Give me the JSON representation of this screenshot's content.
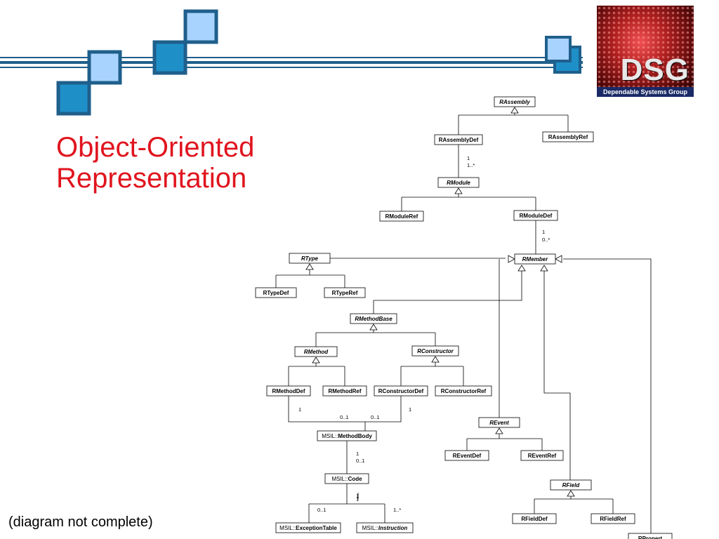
{
  "slide": {
    "title_line1": "Object-Oriented",
    "title_line2": "Representation",
    "note": "(diagram not complete)"
  },
  "logo": {
    "text": "DSG",
    "subtitle": "Dependable Systems Group"
  },
  "colors": {
    "title": "#e0141e",
    "deco_border": "#1f5f8b",
    "deco_fill_dark": "#1f8fc8",
    "deco_fill_light": "#a9d3ff"
  },
  "diagram": {
    "classes": {
      "rassembly": {
        "label": "RAssembly",
        "italic": true
      },
      "rassemblydef": {
        "label": "RAssemblyDef"
      },
      "rassemblyref": {
        "label": "RAssemblyRef"
      },
      "rmodule": {
        "label": "RModule",
        "italic": true
      },
      "rmoduleref": {
        "label": "RModuleRef"
      },
      "rmoduledef": {
        "label": "RModuleDef"
      },
      "rtype": {
        "label": "RType",
        "italic": true
      },
      "rmember": {
        "label": "RMember",
        "italic": true
      },
      "rtypedef": {
        "label": "RTypeDef"
      },
      "rtyperef": {
        "label": "RTypeRef"
      },
      "rmethodbase": {
        "label": "RMethodBase",
        "italic": true
      },
      "rmethod": {
        "label": "RMethod",
        "italic": true
      },
      "rconstructor": {
        "label": "RConstructor",
        "italic": true
      },
      "rmethoddef": {
        "label": "RMethodDef"
      },
      "rmethodref": {
        "label": "RMethodRef"
      },
      "rconstructordef": {
        "label": "RConstructorDef"
      },
      "rconstructorref": {
        "label": "RConstructorRef"
      },
      "methodbody": {
        "prefix": "MSIL::",
        "label": "MethodBody"
      },
      "code": {
        "prefix": "MSIL::",
        "label": "Code"
      },
      "exceptiontable": {
        "prefix": "MSIL::",
        "label": "ExceptionTable"
      },
      "instruction": {
        "prefix": "MSIL::",
        "label": "Instruction",
        "italic": true
      },
      "revent": {
        "label": "REvent",
        "italic": true
      },
      "reventdef": {
        "label": "REventDef"
      },
      "reventref": {
        "label": "REventRef"
      },
      "rfield": {
        "label": "RField",
        "italic": true
      },
      "rfielddef": {
        "label": "RFieldDef"
      },
      "rfieldref": {
        "label": "RFieldRef"
      },
      "rproperty": {
        "label": "RPropert"
      }
    },
    "multiplicities": {
      "asm_a": "1",
      "asm_b": "1..*",
      "mod_a": "1",
      "mod_b": "0..*",
      "md_a": "1",
      "md_b": "0..1",
      "cd_a": "0..1",
      "cd_b": "1",
      "mb_a": "1",
      "mb_b": "0..1",
      "code_a": "1",
      "code_b": "1",
      "et": "0..1",
      "ins": "1..*"
    }
  }
}
